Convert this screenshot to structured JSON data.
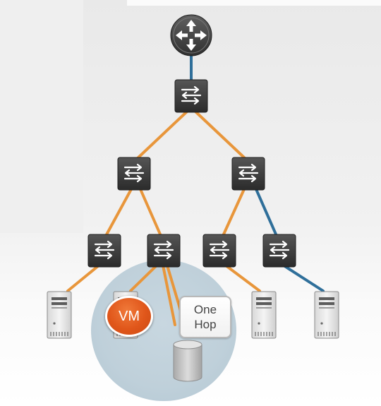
{
  "diagram": {
    "vm_label": "VM",
    "hop_label_line1": "One",
    "hop_label_line2": "Hop",
    "colors": {
      "orange_link": "#e8963b",
      "blue_link": "#2f6f9a",
      "device_dark": "#3a3a3a",
      "vm_orange": "#e0561a",
      "highlight_bubble": "#bfd0da"
    },
    "icons": [
      "router-icon",
      "switch-icon",
      "server-icon",
      "storage-icon"
    ]
  }
}
